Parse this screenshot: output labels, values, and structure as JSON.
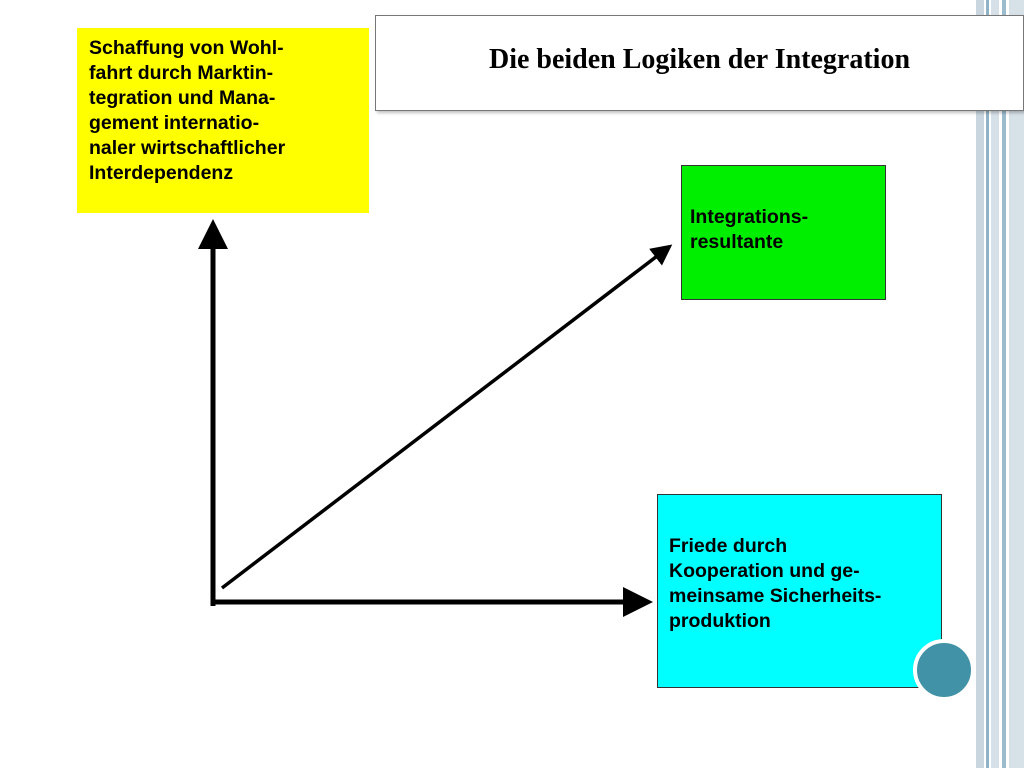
{
  "title": "Die beiden Logiken der Integration",
  "yellow_box": {
    "lines": [
      "Schaffung von Wohl-",
      "fahrt durch Marktin-",
      "tegration und Mana-",
      "gement internatio-",
      "naler wirtschaftlicher",
      "Interdependenz"
    ]
  },
  "green_box": {
    "lines": [
      "Integrations-",
      "resultante"
    ]
  },
  "cyan_box": {
    "lines": [
      "Friede durch",
      "Kooperation und ge-",
      "meinsame Sicherheits-",
      "produktion"
    ]
  },
  "colors": {
    "yellow": "#ffff00",
    "green": "#00ee00",
    "cyan": "#00ffff",
    "accent_circle": "#4292a7"
  }
}
